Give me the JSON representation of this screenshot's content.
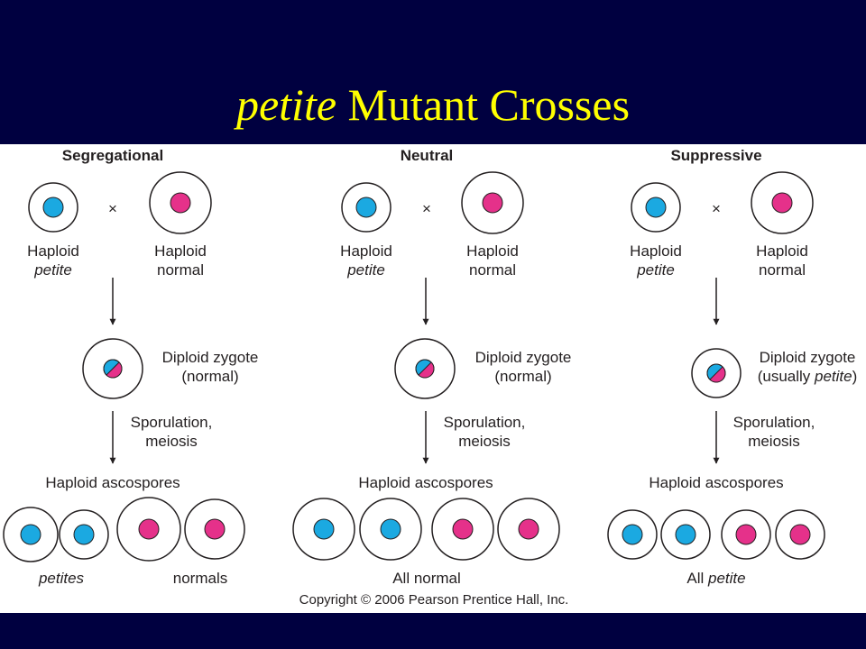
{
  "slide": {
    "title_italic": "petite",
    "title_rest": " Mutant Crosses"
  },
  "colors": {
    "background": "#000040",
    "title": "#ffff00",
    "petite_nucleus": "#1ba9e1",
    "normal_nucleus": "#e5318a",
    "panel": "#ffffff"
  },
  "columns": [
    {
      "heading": "Segregational",
      "cross_symbol": "×",
      "parent_left": {
        "line1": "Haploid",
        "line2": "petite"
      },
      "parent_right": {
        "line1": "Haploid",
        "line2": "normal"
      },
      "zygote": {
        "line1": "Diploid zygote",
        "line2": "(normal)"
      },
      "process": {
        "line1": "Sporulation,",
        "line2": "meiosis"
      },
      "spores_label": "Haploid ascospores",
      "outcome_left": "petites",
      "outcome_right": "normals"
    },
    {
      "heading": "Neutral",
      "cross_symbol": "×",
      "parent_left": {
        "line1": "Haploid",
        "line2": "petite"
      },
      "parent_right": {
        "line1": "Haploid",
        "line2": "normal"
      },
      "zygote": {
        "line1": "Diploid zygote",
        "line2": "(normal)"
      },
      "process": {
        "line1": "Sporulation,",
        "line2": "meiosis"
      },
      "spores_label": "Haploid ascospores",
      "outcome": "All normal"
    },
    {
      "heading": "Suppressive",
      "cross_symbol": "×",
      "parent_left": {
        "line1": "Haploid",
        "line2": "petite"
      },
      "parent_right": {
        "line1": "Haploid",
        "line2": "normal"
      },
      "zygote": {
        "line1": "Diploid zygote",
        "line2_prefix": "(usually ",
        "line2_italic": "petite",
        "line2_suffix": ")"
      },
      "process": {
        "line1": "Sporulation,",
        "line2": "meiosis"
      },
      "spores_label": "Haploid ascospores",
      "outcome_prefix": "All ",
      "outcome_italic": "petite"
    }
  ],
  "copyright": "Copyright © 2006 Pearson Prentice Hall, Inc."
}
